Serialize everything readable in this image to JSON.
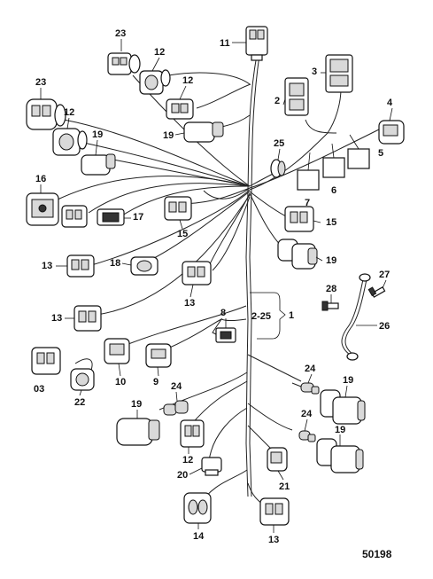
{
  "diagram": {
    "figure_code": "50198",
    "callouts": {
      "c1": "1",
      "c2": "2",
      "c2_25": "2-25",
      "c3": "3",
      "c4": "4",
      "c5": "5",
      "c6": "6",
      "c7": "7",
      "c8": "8",
      "c9": "9",
      "c10": "10",
      "c11": "11",
      "c12a": "12",
      "c12b": "12",
      "c12c": "12",
      "c12d": "12",
      "c13a": "13",
      "c13b": "13",
      "c13c": "13",
      "c13d": "13",
      "c14": "14",
      "c15a": "15",
      "c15b": "15",
      "c16": "16",
      "c17": "17",
      "c18": "18",
      "c19a": "19",
      "c19b": "19",
      "c19c": "19",
      "c19d": "19",
      "c19e": "19",
      "c19f": "19",
      "c20": "20",
      "c21": "21",
      "c22": "22",
      "c23a": "23",
      "c23b": "23",
      "c24a": "24",
      "c24b": "24",
      "c24c": "24",
      "c25": "25",
      "c26": "26",
      "c27": "27",
      "c28": "28",
      "c03": "03"
    }
  }
}
